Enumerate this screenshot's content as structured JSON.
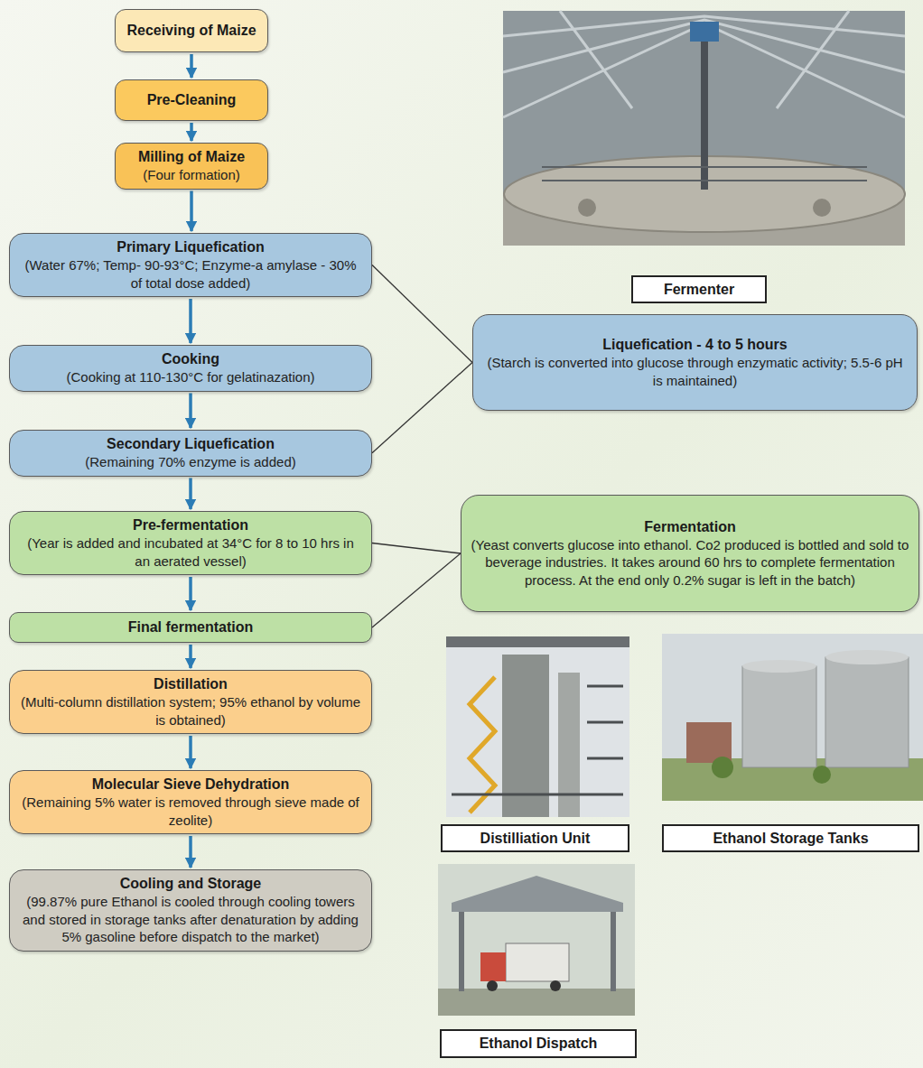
{
  "diagram": {
    "nodes": [
      {
        "text": [
          "Receiving of Maize"
        ]
      },
      {
        "text": [
          "Pre-Cleaning"
        ]
      },
      {
        "text": [
          "Milling of Maize",
          "(Four formation)"
        ]
      },
      {
        "text": [
          "Primary Liquefication",
          "(Water 67%; Temp- 90-93°C; Enzyme-a amylase - 30% of total dose added)"
        ]
      },
      {
        "text": [
          "Cooking",
          "(Cooking at 110-130°C for gelatinazation)"
        ]
      },
      {
        "text": [
          "Secondary Liquefication",
          "(Remaining 70% enzyme is added)"
        ]
      },
      {
        "text": [
          "Pre-fermentation",
          "(Year is added and incubated at 34°C for 8 to 10 hrs in an aerated vessel)"
        ]
      },
      {
        "text": [
          "Final fermentation"
        ]
      },
      {
        "text": [
          "Distillation",
          "(Multi-column distillation system; 95% ethanol by volume is obtained)"
        ]
      },
      {
        "text": [
          "Molecular Sieve Dehydration",
          "(Remaining 5% water is removed through sieve made of zeolite)"
        ]
      },
      {
        "text": [
          "Cooling and Storage",
          "(99.87% pure Ethanol is cooled through cooling towers and stored in storage tanks after denaturation by adding 5% gasoline before dispatch to the market)"
        ]
      },
      {
        "text": [
          "Fermenter"
        ]
      },
      {
        "text": [
          "Liquefication - 4 to 5 hours",
          "(Starch is converted into glucose through enzymatic activity; 5.5-6 pH is maintained)"
        ]
      },
      {
        "text": [
          "Fermentation",
          "(Yeast converts glucose into ethanol. Co2 produced is bottled and sold to beverage industries. It takes around 60 hrs to complete fermentation process. At the end only 0.2% sugar is left in the batch)"
        ]
      },
      {
        "text": [
          "Distilliation Unit"
        ]
      },
      {
        "text": [
          "Ethanol Storage Tanks"
        ]
      },
      {
        "text": [
          "Ethanol Dispatch"
        ]
      }
    ],
    "edges": [
      {
        "from": 0,
        "to": 1,
        "arrow": "to"
      },
      {
        "from": 1,
        "to": 2,
        "arrow": "to"
      },
      {
        "from": 2,
        "to": 3,
        "arrow": "to"
      },
      {
        "from": 3,
        "to": 4,
        "arrow": "to"
      },
      {
        "from": 4,
        "to": 5,
        "arrow": "to"
      },
      {
        "from": 5,
        "to": 6,
        "arrow": "to"
      },
      {
        "from": 6,
        "to": 7,
        "arrow": "to"
      },
      {
        "from": 7,
        "to": 8,
        "arrow": "to"
      },
      {
        "from": 8,
        "to": 9,
        "arrow": "to"
      },
      {
        "from": 9,
        "to": 10,
        "arrow": "to"
      },
      {
        "from": 3,
        "to": 12,
        "arrow": "none"
      },
      {
        "from": 5,
        "to": 12,
        "arrow": "none"
      },
      {
        "from": 6,
        "to": 13,
        "arrow": "none"
      },
      {
        "from": 7,
        "to": 13,
        "arrow": "none"
      }
    ]
  }
}
